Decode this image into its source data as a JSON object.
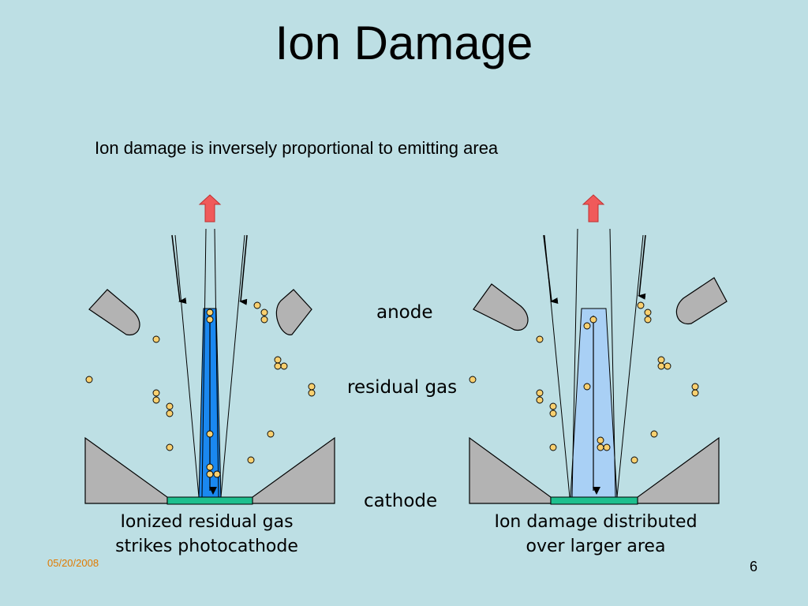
{
  "slide": {
    "title": "Ion Damage",
    "subtitle": "Ion damage is inversely proportional to emitting area",
    "labels": {
      "anode": "anode",
      "residual_gas": "residual gas",
      "cathode": "cathode"
    },
    "left_caption": {
      "line1": "Ionized residual gas",
      "line2": "strikes photocathode"
    },
    "right_caption": {
      "line1": "Ion damage distributed",
      "line2": "over larger area"
    },
    "date": "05/20/2008",
    "page_number": "6"
  },
  "colors": {
    "background": "#bddfe4",
    "narrow_beam": "#1a88f0",
    "wide_beam": "#a9d0f5",
    "gas_particle": "#f9d070",
    "electrode": "#b3b3b3",
    "cathode_plate": "#1dbf8e",
    "output_arrow": "#f05a5a",
    "date_text": "#e07a00"
  }
}
